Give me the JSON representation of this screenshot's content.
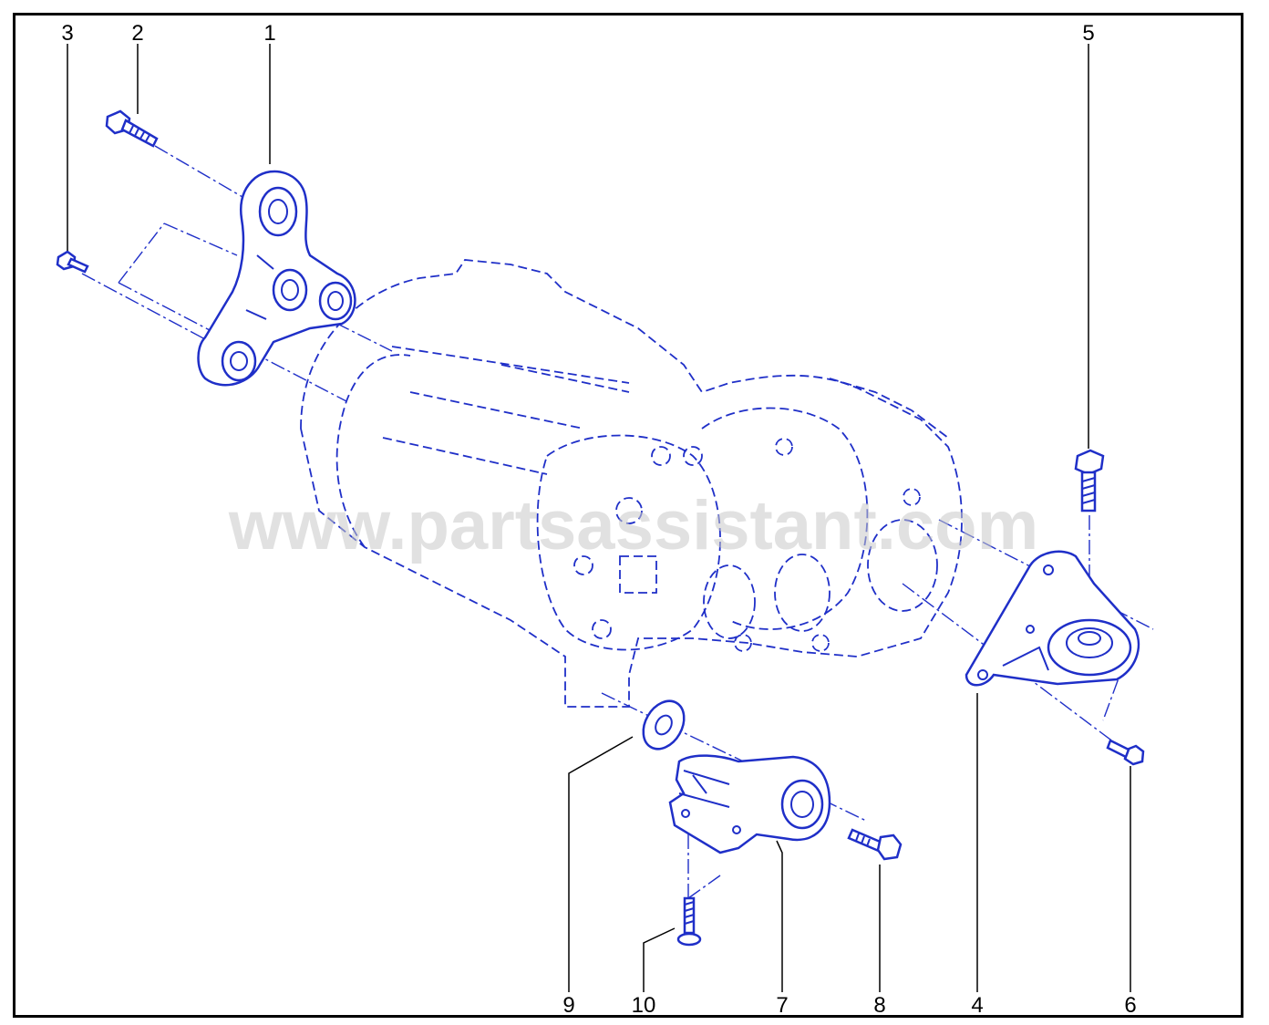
{
  "diagram": {
    "callouts": [
      "1",
      "2",
      "3",
      "4",
      "5",
      "6",
      "7",
      "8",
      "9",
      "10"
    ],
    "watermark": "www.partsassistant.com",
    "colors": {
      "line": "#1f2fc8",
      "text": "#000000",
      "frame": "#000000"
    }
  }
}
